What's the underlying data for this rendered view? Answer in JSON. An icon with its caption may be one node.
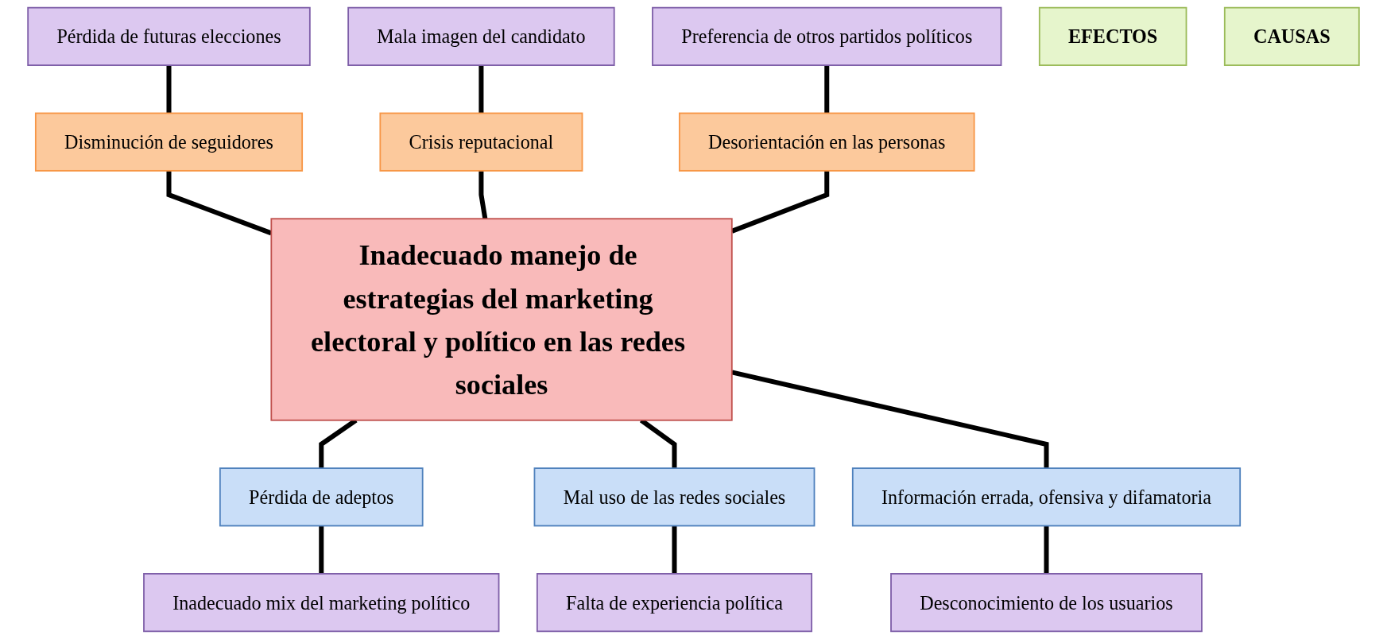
{
  "diagram": {
    "nodes": [
      {
        "text": [
          "Pérdida de futuras elecciones"
        ]
      },
      {
        "text": [
          "Mala imagen del candidato"
        ]
      },
      {
        "text": [
          "Preferencia de otros partidos políticos"
        ]
      },
      {
        "text": [
          "Disminución de seguidores"
        ]
      },
      {
        "text": [
          "Crisis reputacional"
        ]
      },
      {
        "text": [
          "Desorientación en las personas"
        ]
      },
      {
        "text": [
          "EFECTOS"
        ]
      },
      {
        "text": [
          "Inadecuado manejo de estrategias del marketing electoral y político en las redes sociales"
        ]
      },
      {
        "text": [
          "CAUSAS"
        ]
      },
      {
        "text": [
          "Pérdida de adeptos"
        ]
      },
      {
        "text": [
          "Mal uso de las redes sociales"
        ]
      },
      {
        "text": [
          "Información errada, ofensiva y difamatoria"
        ]
      },
      {
        "text": [
          "Inadecuado mix del marketing político"
        ]
      },
      {
        "text": [
          "Falta de experiencia política"
        ]
      },
      {
        "text": [
          "Desconocimiento de los usuarios"
        ]
      }
    ],
    "edges": [
      {
        "from": 0,
        "to": 3,
        "arrow": "none"
      },
      {
        "from": 1,
        "to": 4,
        "arrow": "none"
      },
      {
        "from": 2,
        "to": 5,
        "arrow": "none"
      },
      {
        "from": 3,
        "to": 7,
        "arrow": "none"
      },
      {
        "from": 4,
        "to": 7,
        "arrow": "none"
      },
      {
        "from": 5,
        "to": 7,
        "arrow": "none"
      },
      {
        "from": 7,
        "to": 9,
        "arrow": "none"
      },
      {
        "from": 7,
        "to": 10,
        "arrow": "none"
      },
      {
        "from": 7,
        "to": 11,
        "arrow": "none"
      },
      {
        "from": 9,
        "to": 12,
        "arrow": "none"
      },
      {
        "from": 10,
        "to": 13,
        "arrow": "none"
      },
      {
        "from": 11,
        "to": 14,
        "arrow": "none"
      }
    ]
  }
}
